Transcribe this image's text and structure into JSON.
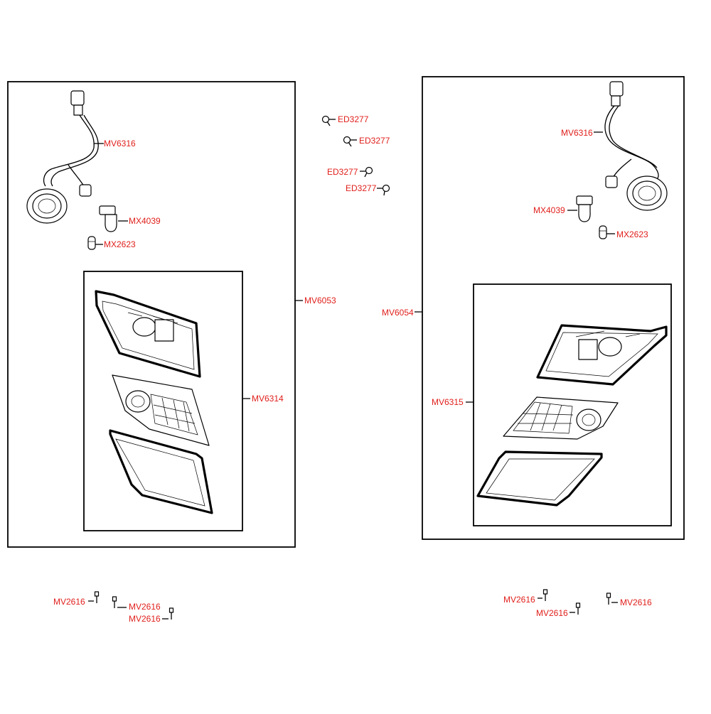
{
  "accent_color": "#e0201c",
  "diagram": {
    "left_assembly": {
      "assembly_number": "MV6053",
      "wiring_harness": "MV6316",
      "bulb_large": "MX4039",
      "bulb_small": "MX2623",
      "lamp_unit": "MV6314",
      "screws": [
        "MV2616",
        "MV2616",
        "MV2616"
      ]
    },
    "right_assembly": {
      "assembly_number": "MV6054",
      "wiring_harness": "MV6316",
      "bulb_large": "MX4039",
      "bulb_small": "MX2623",
      "lamp_unit": "MV6315",
      "screws": [
        "MV2616",
        "MV2616",
        "MV2616"
      ]
    },
    "clips": [
      "ED3277",
      "ED3277",
      "ED3277",
      "ED3277"
    ]
  }
}
